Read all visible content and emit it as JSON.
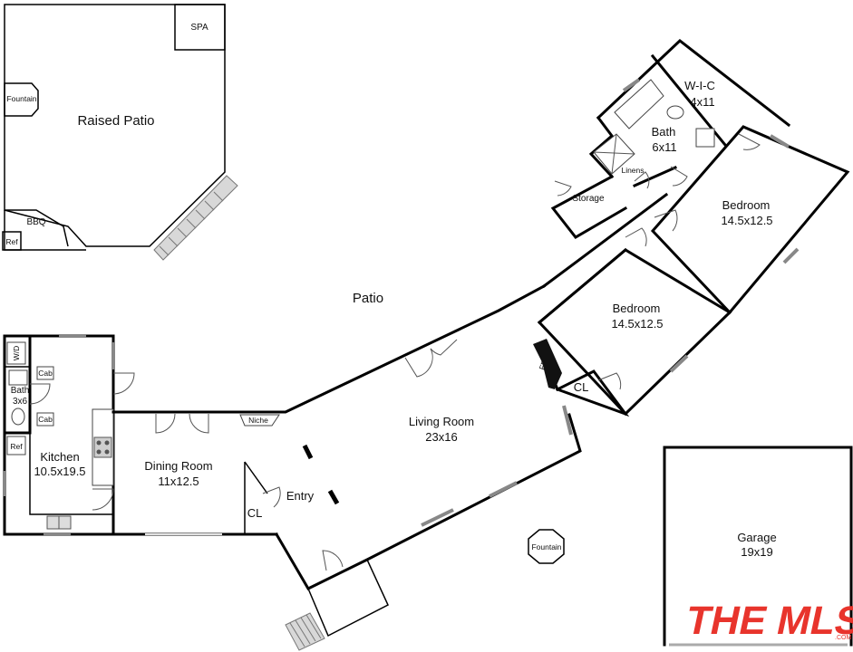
{
  "rooms": {
    "spa": "SPA",
    "fountain_patio": "Fountain",
    "raised_patio": "Raised Patio",
    "bbq": "BBQ",
    "ref_patio": "Ref",
    "patio": "Patio",
    "wic_name": "W-I-C",
    "wic_size": "4x11",
    "bath_master_name": "Bath",
    "bath_master_size": "6x11",
    "linens": "Linens",
    "storage": "Storage",
    "bedroom1_name": "Bedroom",
    "bedroom1_size": "14.5x12.5",
    "bedroom2_name": "Bedroom",
    "bedroom2_size": "14.5x12.5",
    "fp": "FP",
    "cl_bedroom": "CL",
    "wd": "W/D",
    "cab1": "Cab",
    "cab2": "Cab",
    "bath_small_name": "Bath",
    "bath_small_size": "3x6",
    "ref_kitchen": "Ref",
    "kitchen_name": "Kitchen",
    "kitchen_size": "10.5x19.5",
    "niche": "Niche",
    "living_name": "Living Room",
    "living_size": "23x16",
    "dining_name": "Dining Room",
    "dining_size": "11x12.5",
    "entry": "Entry",
    "cl_entry": "CL",
    "fountain_front": "Fountain",
    "garage_name": "Garage",
    "garage_size": "19x19"
  },
  "logo": {
    "text": "THE MLS",
    "sub": ".COM",
    "color": "#e8342c"
  }
}
